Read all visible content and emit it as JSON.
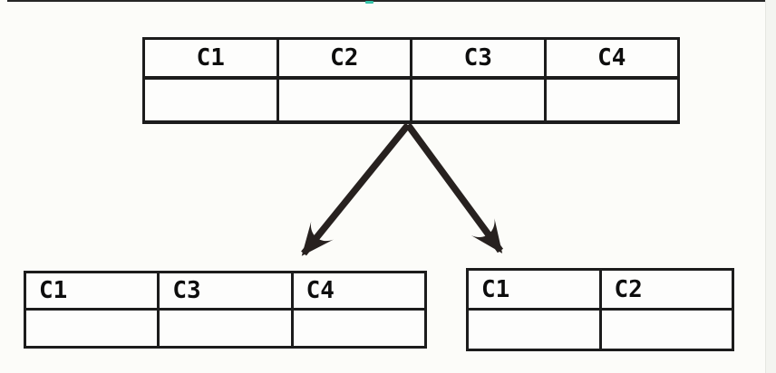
{
  "diagram": {
    "title": "vertical-fragmentation-of-table",
    "source_table": {
      "columns": [
        "C1",
        "C2",
        "C3",
        "C4"
      ],
      "empty_row": [
        "",
        "",
        "",
        ""
      ]
    },
    "fragment_left": {
      "columns": [
        "C1",
        "C3",
        "C4"
      ],
      "empty_row": [
        "",
        "",
        ""
      ]
    },
    "fragment_right": {
      "columns": [
        "C1",
        "C2"
      ],
      "empty_row": [
        "",
        ""
      ]
    }
  },
  "colors": {
    "background": "#fcfcf9",
    "table_fill": "#fdfdfc",
    "border": "#1c1c1c",
    "text": "#0d0d0d",
    "arrow": "#27211f",
    "top_line": "#262626",
    "teal_artifact": "#34c3a8",
    "right_band": "#f3f4f0"
  }
}
